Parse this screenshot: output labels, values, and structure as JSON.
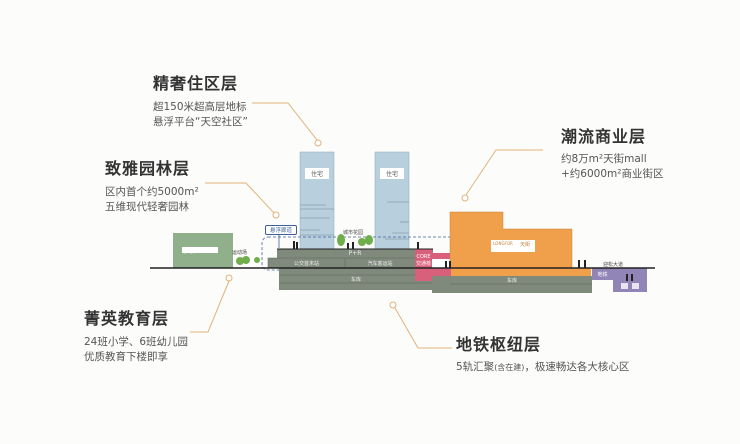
{
  "layers": {
    "residential": {
      "title": "精奢住区层",
      "lines": [
        "超150米超高层地标",
        "悬浮平台“天空社区”"
      ]
    },
    "garden": {
      "title": "致雅园林层",
      "lines": [
        "区内首个约5000m²",
        "五维现代轻奢园林"
      ]
    },
    "commercial": {
      "title": "潮流商业层",
      "lines": [
        "约8万m²天街mall",
        "+约6000m²商业街区"
      ]
    },
    "education": {
      "title": "菁英教育层",
      "lines": [
        "24班小学、6班幼儿园",
        "优质教育下楼即享"
      ]
    },
    "metro": {
      "title": "地铁枢纽层",
      "line_main": "5轨汇聚",
      "line_note": "(含在建)",
      "line_rest": "，极速畅达各大核心区"
    }
  },
  "diagram": {
    "school": "学校",
    "sports": "运动场",
    "tower1": "住宅",
    "tower2": "住宅",
    "bridge": "悬浮廊道",
    "city_garden": "城市花园",
    "pr": "P+R",
    "bus": "公交首末站",
    "coach": "汽车客运站",
    "garage1": "车库",
    "core1": "CORE",
    "core2": "交通核",
    "mall_logo1": "LONGFOR",
    "mall_logo2": "天街",
    "garage2": "车库",
    "metro": "地铁",
    "avenue": "迎松大道"
  },
  "colors": {
    "accent_line": "#e2b27a",
    "tower": "#b8cfdd",
    "school": "#8fb08a",
    "podium": "#7f8a7c",
    "core": "#d9607a",
    "mall": "#f0a04b",
    "metro": "#9185b8"
  }
}
